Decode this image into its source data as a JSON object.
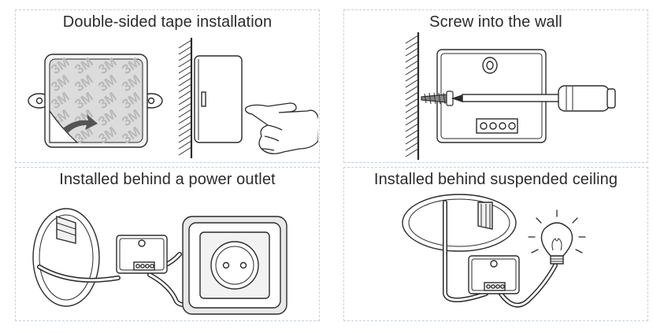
{
  "panels": [
    {
      "title": "Double-sided tape installation",
      "tape_print": "3M"
    },
    {
      "title": "Screw into the wall"
    },
    {
      "title": "Installed behind a power outlet"
    },
    {
      "title": "Installed behind suspended ceiling"
    }
  ],
  "colors": {
    "border": "#c4d1dc",
    "ink": "#2b2b2b",
    "tape": "#d9d9d9",
    "panel_bg": "#ffffff"
  },
  "icons": [
    "3m-tape-pad",
    "pointing-hand-icon",
    "screwdriver-icon",
    "screw-icon",
    "power-outlet-icon",
    "light-bulb-icon",
    "controller-box-icon",
    "wall-hatch"
  ]
}
